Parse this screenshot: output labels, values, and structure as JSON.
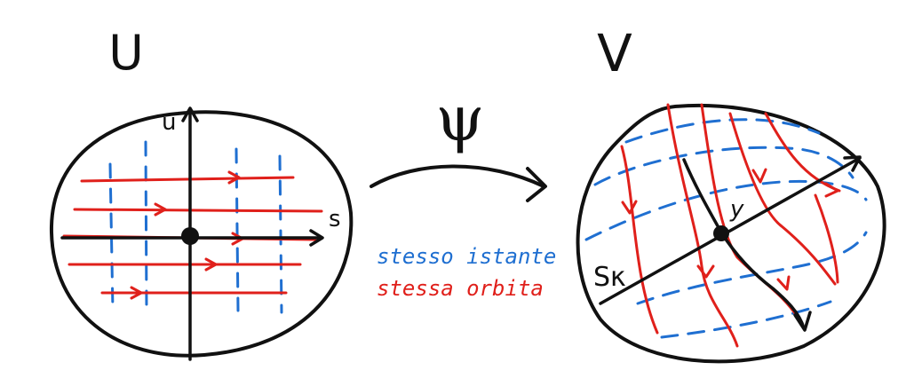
{
  "labels": {
    "domain_left": "U",
    "domain_right": "V",
    "map": "ψ",
    "axis_s": "s",
    "axis_u": "u",
    "point_y": "y",
    "section": "Sκ"
  },
  "legend": {
    "same_instant": "stesso istante",
    "same_orbit": "stessa orbita"
  },
  "colors": {
    "ink": "#111111",
    "blue": "#1f6fd1",
    "red": "#e0201b"
  }
}
